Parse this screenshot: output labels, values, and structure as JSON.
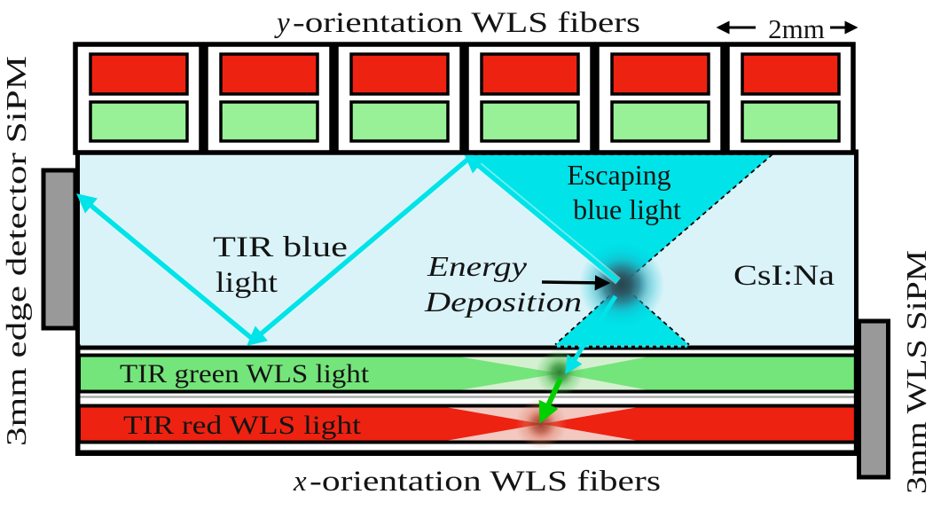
{
  "title_top": {
    "prefix": "y",
    "rest": "-orientation WLS fibers"
  },
  "title_bottom": {
    "prefix": "x",
    "rest": "-orientation WLS fibers"
  },
  "scale_label": "2mm",
  "left_sipm_label": "3mm edge detector SiPM",
  "right_sipm_label": "3mm WLS SiPM",
  "crystal_label": "CsI:Na",
  "tir_blue": {
    "line1": "TIR blue",
    "line2": "light"
  },
  "escaping": {
    "line1": "Escaping",
    "line2": "blue light"
  },
  "energy": {
    "line1": "Energy",
    "line2": "Deposition"
  },
  "tir_green_label": "TIR green WLS light",
  "tir_red_label": "TIR red WLS light",
  "y_fiber_box_count": 6,
  "colors": {
    "crystal_blue": "#d9f3f8",
    "escape_cyan": "#00e3e8",
    "fiber_red": "#ee2211",
    "fiber_green": "#74e57a",
    "fiber_green_top": "#98f196",
    "pale_green": "#d5f0d0",
    "pale_red": "#f2c8c0",
    "wls_green_arrow": "#00cf00",
    "sipm_gray": "#999999",
    "divider_gray": "#a9a9a9"
  }
}
